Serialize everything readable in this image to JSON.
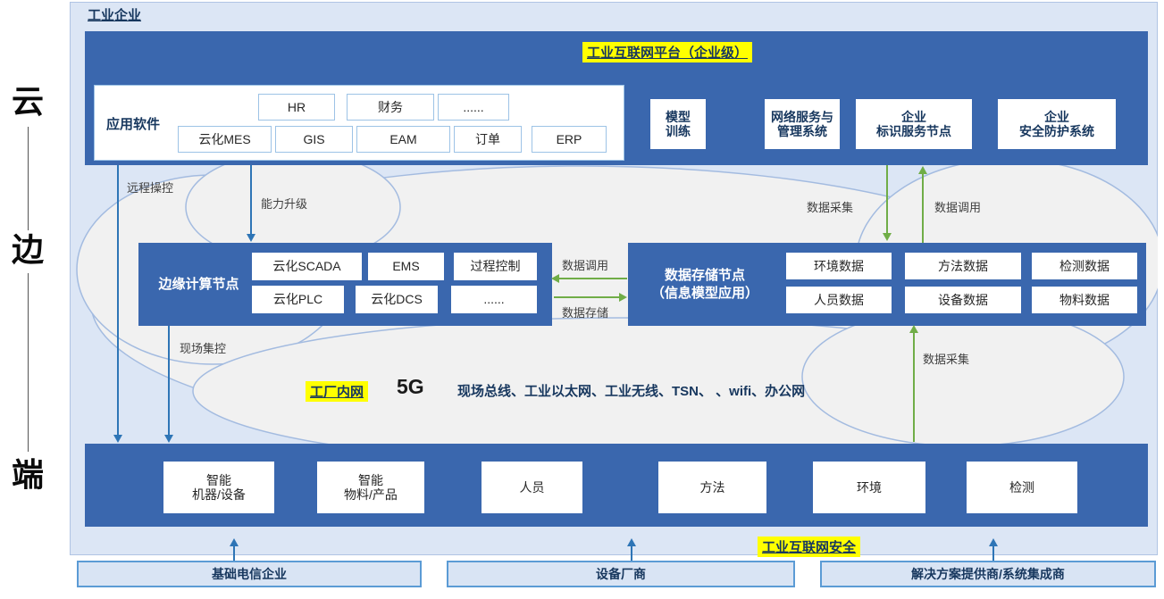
{
  "rail": {
    "cloud": "云",
    "edge": "边",
    "end": "端"
  },
  "enterprise": {
    "label": "工业企业"
  },
  "platform": {
    "title": "工业互联网平台（企业级）",
    "app": {
      "label": "应用软件",
      "row1": [
        "HR",
        "财务",
        "......"
      ],
      "row2": [
        "云化MES",
        "GIS",
        "EAM",
        "订单",
        "ERP"
      ]
    },
    "services": [
      "模型\n训练",
      "网络服务与\n管理系统",
      "企业\n标识服务节点",
      "企业\n安全防护系统"
    ]
  },
  "flows": {
    "remote": "远程操控",
    "upgrade": "能力升级",
    "site": "现场集控",
    "collect_top": "数据采集",
    "call_top": "数据调用",
    "call_mid": "数据调用",
    "store_mid": "数据存储",
    "collect_right": "数据采集"
  },
  "edge_node": {
    "label": "边缘计算节点",
    "row1": [
      "云化SCADA",
      "EMS",
      "过程控制"
    ],
    "row2": [
      "云化PLC",
      "云化DCS",
      "......"
    ]
  },
  "data_node": {
    "label": "数据存储节点\n（信息模型应用）",
    "row1": [
      "环境数据",
      "方法数据",
      "检测数据"
    ],
    "row2": [
      "人员数据",
      "设备数据",
      "物料数据"
    ]
  },
  "intranet": {
    "label": "工厂内网",
    "g5": "5G",
    "networks": "现场总线、工业以太网、工业无线、TSN、 、wifi、办公网"
  },
  "terminal": {
    "boxes": [
      "智能\n机器/设备",
      "智能\n物料/产品",
      "人员",
      "方法",
      "环境",
      "检测"
    ]
  },
  "security": {
    "label": "工业互联网安全"
  },
  "vendors": [
    "基础电信企业",
    "设备厂商",
    "解决方案提供商/系统集成商"
  ],
  "colors": {
    "bar_blue": "#3a67ae",
    "arrow_blue": "#2e75b6",
    "arrow_green": "#70ad47",
    "highlight_yellow": "#ffff00",
    "container_fill": "#dce6f5",
    "cloud_fill": "#f1f1f1",
    "vendor_fill": "#d9e4f4",
    "vendor_border": "#5b9bd5",
    "navy_text": "#17375e"
  }
}
